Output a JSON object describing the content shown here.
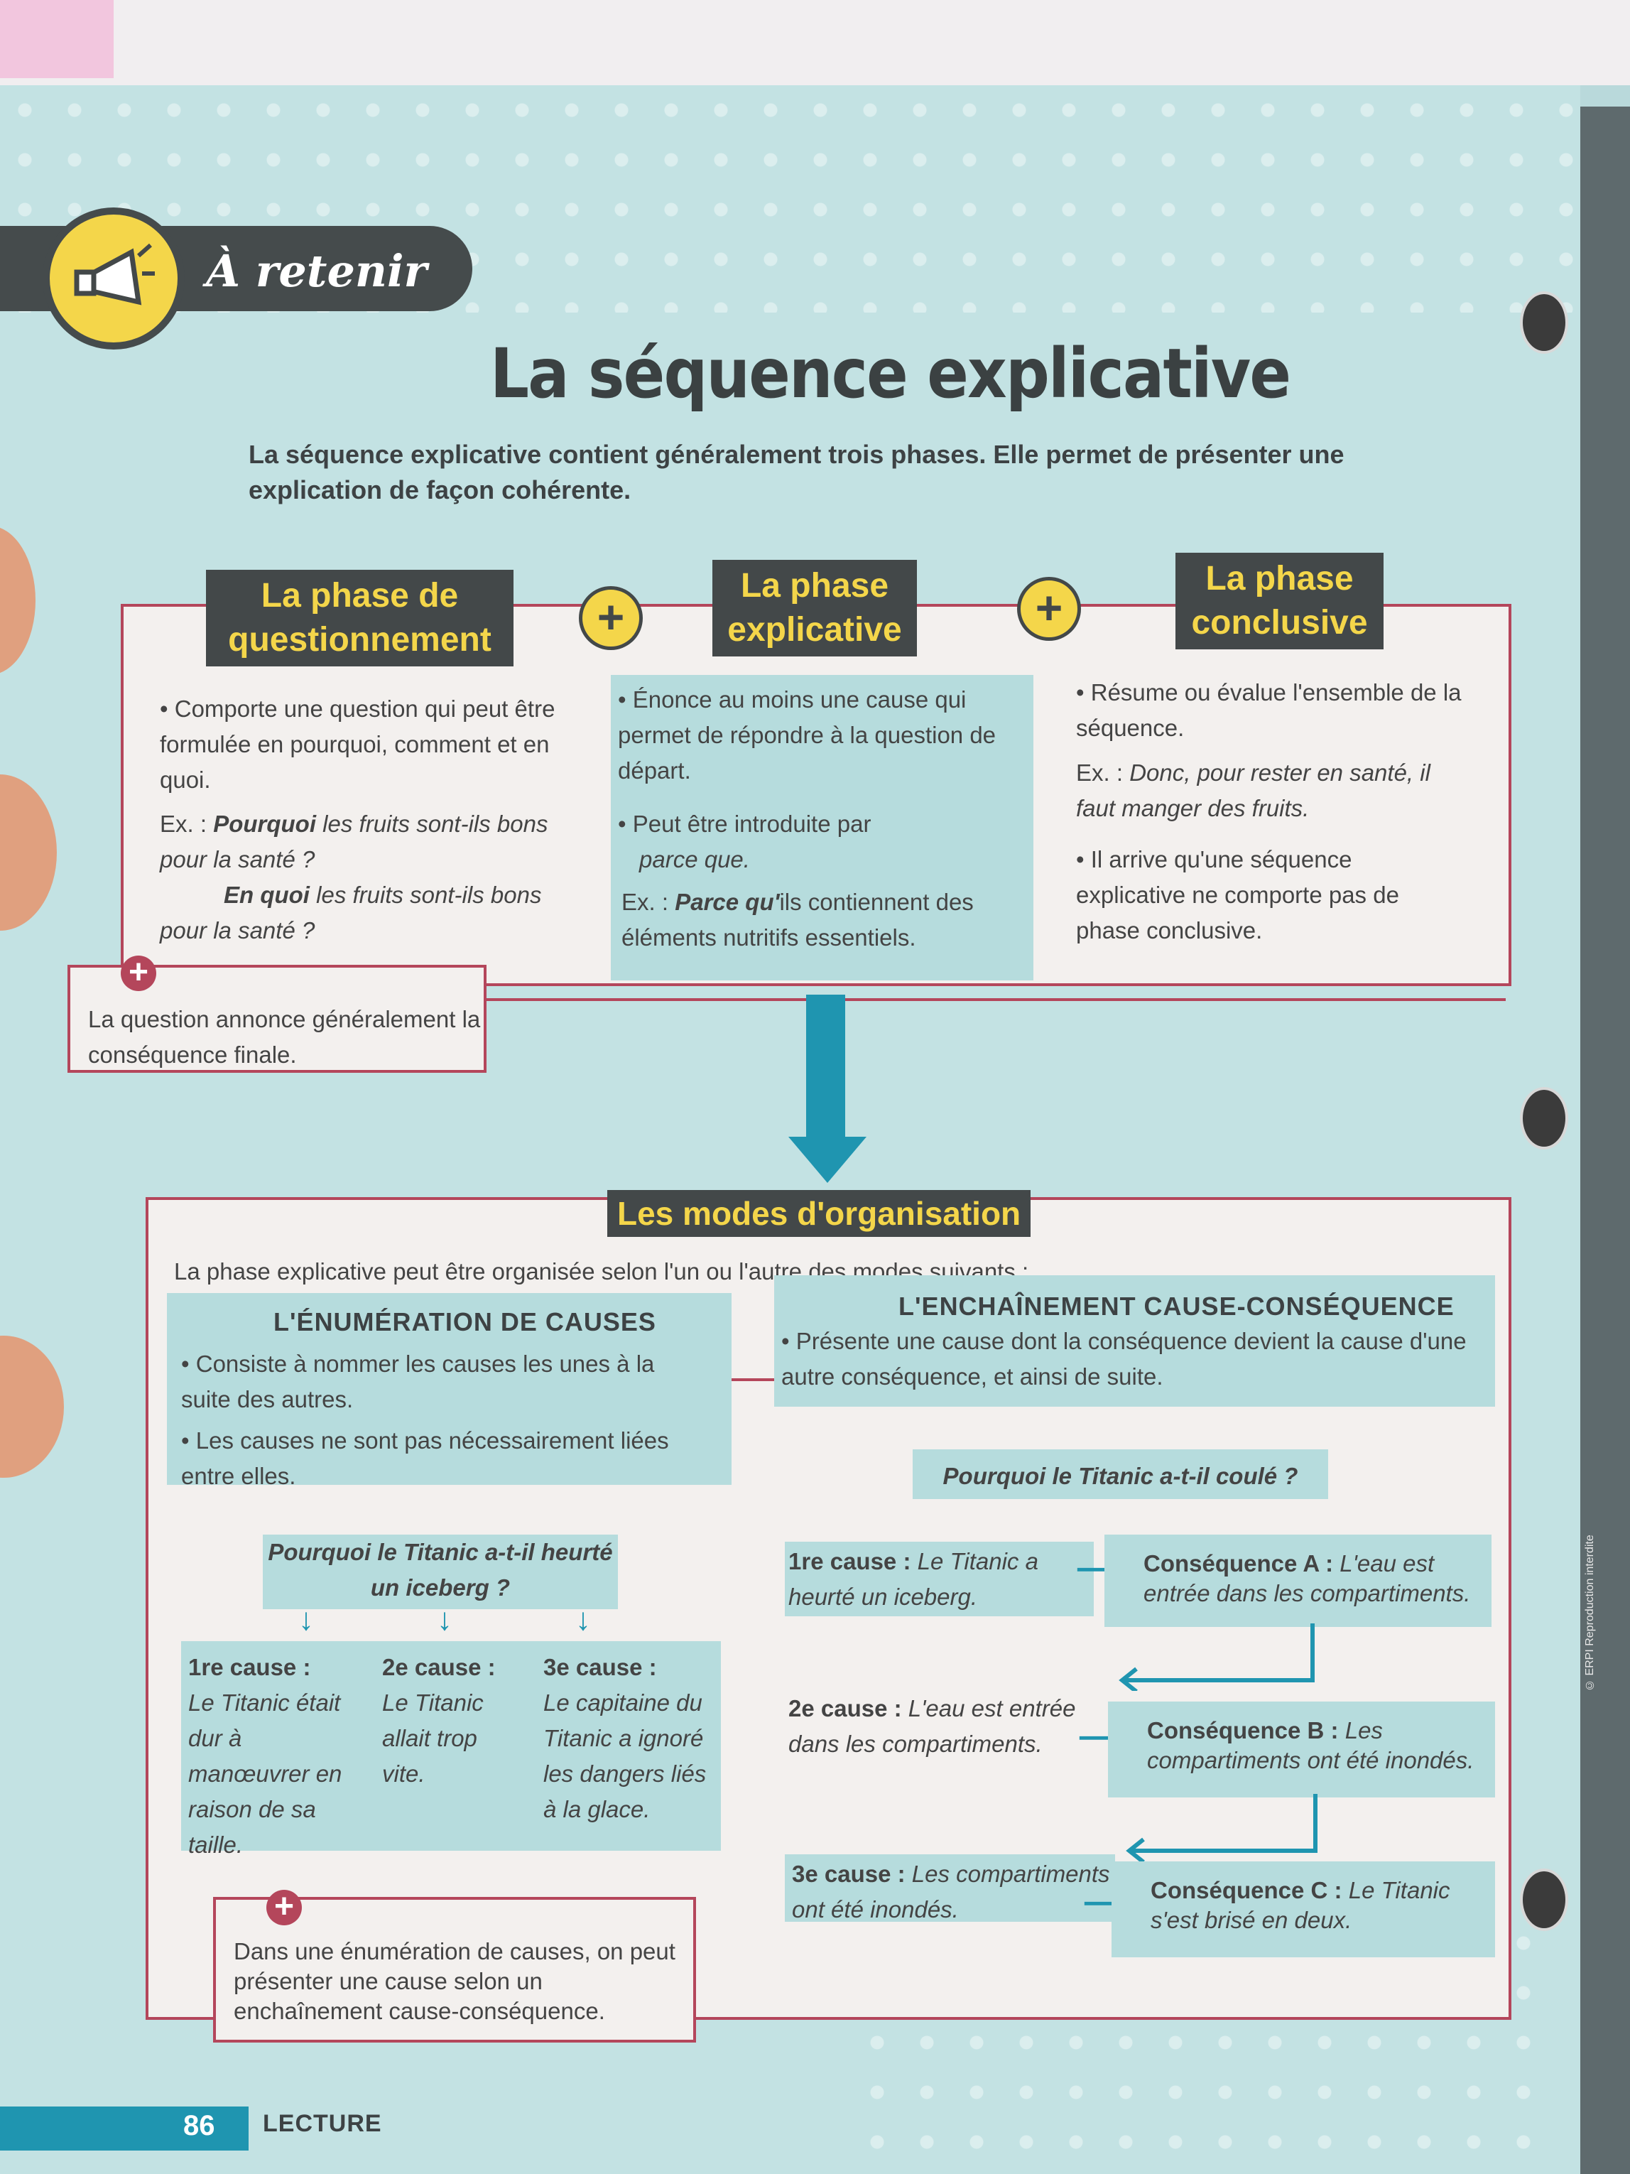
{
  "badge": {
    "label": "À retenir",
    "icon": "megaphone-icon"
  },
  "title": "La séquence explicative",
  "intro": "La séquence explicative contient généralement trois phases. Elle permet de présenter une explication de façon cohérente.",
  "phases": [
    {
      "heading_line1": "La phase de",
      "heading_line2": "questionnement",
      "bullet": "Comporte une question qui peut être formulée en pourquoi, comment et en quoi.",
      "example_prefix": "Ex. :",
      "example_bold": "Pourquoi",
      "example_rest1": " les fruits sont-ils bons pour la santé ?",
      "example_bold2": "En quoi",
      "example_rest2": " les fruits sont-ils bons pour la santé ?"
    },
    {
      "heading_line1": "La phase",
      "heading_line2": "explicative",
      "bullet1": "Énonce au moins une cause qui permet de répondre à la question de départ.",
      "bullet2_a": "Peut être introduite par",
      "bullet2_b": "parce que.",
      "example_prefix": "Ex. :",
      "example_bold": "Parce qu'",
      "example_rest": "ils contiennent des éléments nutritifs essentiels."
    },
    {
      "heading_line1": "La phase",
      "heading_line2": "conclusive",
      "bullet1": "Résume ou évalue l'ensemble de la séquence.",
      "example_prefix": "Ex. :",
      "example_rest": "Donc, pour rester en santé, il faut manger des fruits.",
      "bullet2": "Il arrive qu'une séquence explicative ne comporte pas de phase conclusive."
    }
  ],
  "note1": "La question annonce généralement la conséquence finale.",
  "modes": {
    "heading": "Les modes d'organisation",
    "intro": "La phase explicative peut être organisée selon l'un ou l'autre des modes suivants :",
    "enum": {
      "title": "L'ÉNUMÉRATION DE CAUSES",
      "bullet1": "Consiste à nommer les causes les unes à la suite des autres.",
      "bullet2": "Les causes ne sont pas nécessairement liées entre elles.",
      "question": "Pourquoi le Titanic a-t-il heurté un iceberg ?",
      "causes": [
        {
          "label": "1re cause :",
          "text": "Le Titanic était dur à manœuvrer en raison de sa taille."
        },
        {
          "label": "2e cause :",
          "text": "Le Titanic allait trop vite."
        },
        {
          "label": "3e cause :",
          "text": "Le capitaine du Titanic a ignoré les dangers liés à la glace."
        }
      ]
    },
    "chain": {
      "title": "L'ENCHAÎNEMENT CAUSE-CONSÉQUENCE",
      "bullet": "Présente une cause dont la conséquence devient la cause d'une autre conséquence, et ainsi de suite.",
      "question": "Pourquoi le Titanic a-t-il coulé ?",
      "steps": [
        {
          "cause_label": "1re cause :",
          "cause_text": "Le Titanic a heurté un iceberg.",
          "cons_label": "Conséquence A :",
          "cons_text": "L'eau est entrée dans les compartiments."
        },
        {
          "cause_label": "2e cause :",
          "cause_text": "L'eau est entrée dans les compartiments.",
          "cons_label": "Conséquence B :",
          "cons_text": "Les compartiments ont été inondés."
        },
        {
          "cause_label": "3e cause :",
          "cause_text": "Les compartiments ont été inondés.",
          "cons_label": "Conséquence C :",
          "cons_text": "Le Titanic s'est brisé en deux."
        }
      ]
    }
  },
  "note2": "Dans une énumération de causes, on peut présenter une cause selon un enchaînement cause-conséquence.",
  "footer": {
    "page_number": "86",
    "section": "LECTURE"
  },
  "side_text": "© ERPI Reproduction interdite",
  "colors": {
    "accent_yellow": "#f4d64a",
    "dark": "#434849",
    "red": "#b4465b",
    "teal": "#1f95b0",
    "panel": "#b6dcdd"
  }
}
